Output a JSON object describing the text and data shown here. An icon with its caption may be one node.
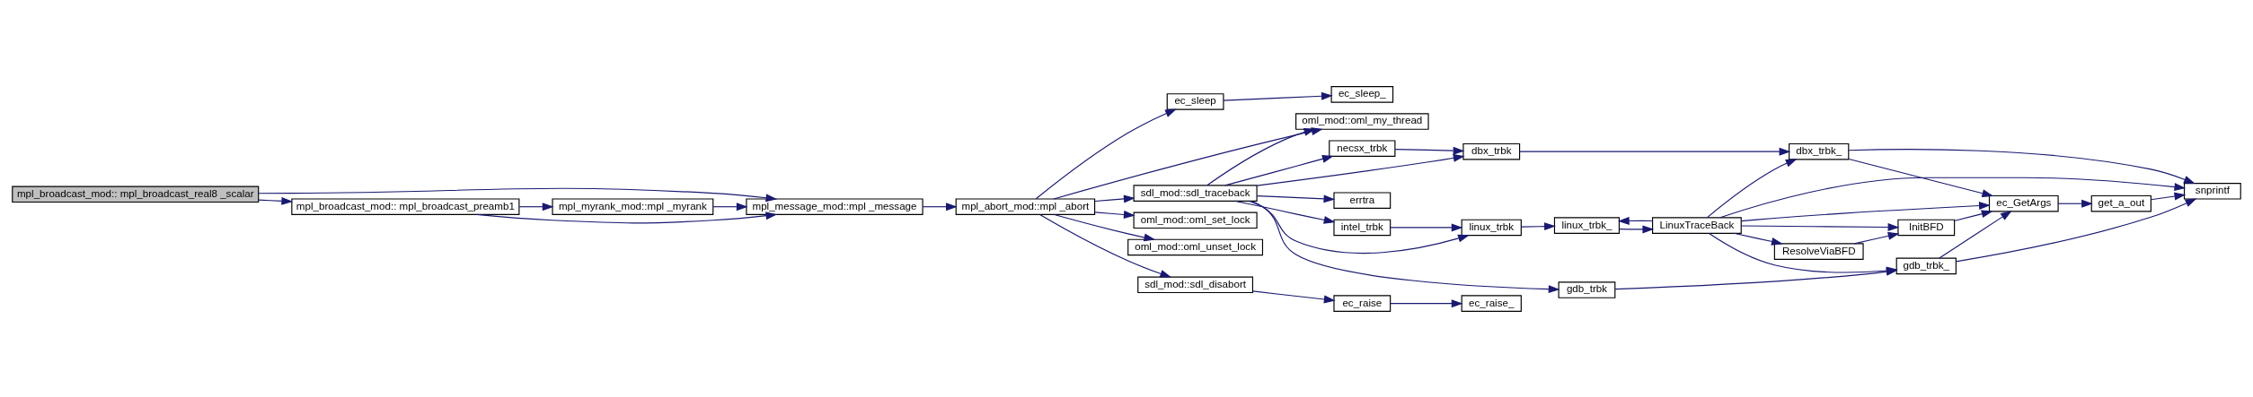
{
  "diagram": {
    "nodes": [
      {
        "text": [
          "mpl_broadcast_mod:: mpl_broadcast_real8 _scalar"
        ]
      },
      {
        "text": [
          "mpl_broadcast_mod:: mpl_broadcast_preamb1"
        ]
      },
      {
        "text": [
          "mpl_myrank_mod::mpl _myrank"
        ]
      },
      {
        "text": [
          "mpl_message_mod::mpl _message"
        ]
      },
      {
        "text": [
          "mpl_abort_mod::mpl _abort"
        ]
      },
      {
        "text": [
          "ec_sleep"
        ]
      },
      {
        "text": [
          "oml_mod::oml_my_thread"
        ]
      },
      {
        "text": [
          "oml_mod::oml_set_lock"
        ]
      },
      {
        "text": [
          "sdl_mod::sdl_traceback"
        ]
      },
      {
        "text": [
          "oml_mod::oml_unset_lock"
        ]
      },
      {
        "text": [
          "sdl_mod::sdl_disabort"
        ]
      },
      {
        "text": [
          "ec_sleep_"
        ]
      },
      {
        "text": [
          "gdb_trbk"
        ]
      },
      {
        "text": [
          "intel_trbk"
        ]
      },
      {
        "text": [
          "linux_trbk"
        ]
      },
      {
        "text": [
          "errtra"
        ]
      },
      {
        "text": [
          "necsx_trbk"
        ]
      },
      {
        "text": [
          "dbx_trbk"
        ]
      },
      {
        "text": [
          "ec_raise"
        ]
      },
      {
        "text": [
          "ec_raise_"
        ]
      },
      {
        "text": [
          "linux_trbk_"
        ]
      },
      {
        "text": [
          "LinuxTraceBack"
        ]
      },
      {
        "text": [
          "gdb_trbk_"
        ]
      },
      {
        "text": [
          "ResolveViaBFD"
        ]
      },
      {
        "text": [
          "InitBFD"
        ]
      },
      {
        "text": [
          "dbx_trbk_"
        ]
      },
      {
        "text": [
          "ec_GetArgs"
        ]
      },
      {
        "text": [
          "get_a_out"
        ]
      },
      {
        "text": [
          "snprintf"
        ]
      }
    ],
    "edges": [
      {
        "from": 0,
        "to": 1,
        "arrow": "to"
      },
      {
        "from": 0,
        "to": 3,
        "arrow": "to"
      },
      {
        "from": 1,
        "to": 2,
        "arrow": "to"
      },
      {
        "from": 1,
        "to": 3,
        "arrow": "to"
      },
      {
        "from": 2,
        "to": 3,
        "arrow": "to"
      },
      {
        "from": 3,
        "to": 4,
        "arrow": "to"
      },
      {
        "from": 4,
        "to": 5,
        "arrow": "to"
      },
      {
        "from": 4,
        "to": 6,
        "arrow": "to"
      },
      {
        "from": 4,
        "to": 7,
        "arrow": "to"
      },
      {
        "from": 4,
        "to": 8,
        "arrow": "to"
      },
      {
        "from": 4,
        "to": 9,
        "arrow": "to"
      },
      {
        "from": 4,
        "to": 10,
        "arrow": "to"
      },
      {
        "from": 5,
        "to": 11,
        "arrow": "to"
      },
      {
        "from": 8,
        "to": 6,
        "arrow": "to"
      },
      {
        "from": 8,
        "to": 12,
        "arrow": "to"
      },
      {
        "from": 8,
        "to": 13,
        "arrow": "to"
      },
      {
        "from": 8,
        "to": 14,
        "arrow": "to"
      },
      {
        "from": 8,
        "to": 15,
        "arrow": "to"
      },
      {
        "from": 8,
        "to": 16,
        "arrow": "to"
      },
      {
        "from": 8,
        "to": 17,
        "arrow": "to"
      },
      {
        "from": 10,
        "to": 18,
        "arrow": "to"
      },
      {
        "from": 18,
        "to": 19,
        "arrow": "to"
      },
      {
        "from": 12,
        "to": 22,
        "arrow": "to"
      },
      {
        "from": 13,
        "to": 14,
        "arrow": "to"
      },
      {
        "from": 14,
        "to": 20,
        "arrow": "to"
      },
      {
        "from": 20,
        "to": 21,
        "arrow": "to"
      },
      {
        "from": 21,
        "to": 20,
        "arrow": "to"
      },
      {
        "from": 21,
        "to": 22,
        "arrow": "to"
      },
      {
        "from": 21,
        "to": 23,
        "arrow": "to"
      },
      {
        "from": 21,
        "to": 24,
        "arrow": "to"
      },
      {
        "from": 21,
        "to": 26,
        "arrow": "to"
      },
      {
        "from": 21,
        "to": 25,
        "arrow": "to"
      },
      {
        "from": 21,
        "to": 28,
        "arrow": "to"
      },
      {
        "from": 16,
        "to": 17,
        "arrow": "to"
      },
      {
        "from": 17,
        "to": 25,
        "arrow": "to"
      },
      {
        "from": 22,
        "to": 26,
        "arrow": "to"
      },
      {
        "from": 22,
        "to": 28,
        "arrow": "to"
      },
      {
        "from": 23,
        "to": 24,
        "arrow": "to"
      },
      {
        "from": 24,
        "to": 26,
        "arrow": "to"
      },
      {
        "from": 25,
        "to": 26,
        "arrow": "to"
      },
      {
        "from": 25,
        "to": 28,
        "arrow": "to"
      },
      {
        "from": 26,
        "to": 27,
        "arrow": "to"
      },
      {
        "from": 27,
        "to": 28,
        "arrow": "to"
      }
    ]
  }
}
